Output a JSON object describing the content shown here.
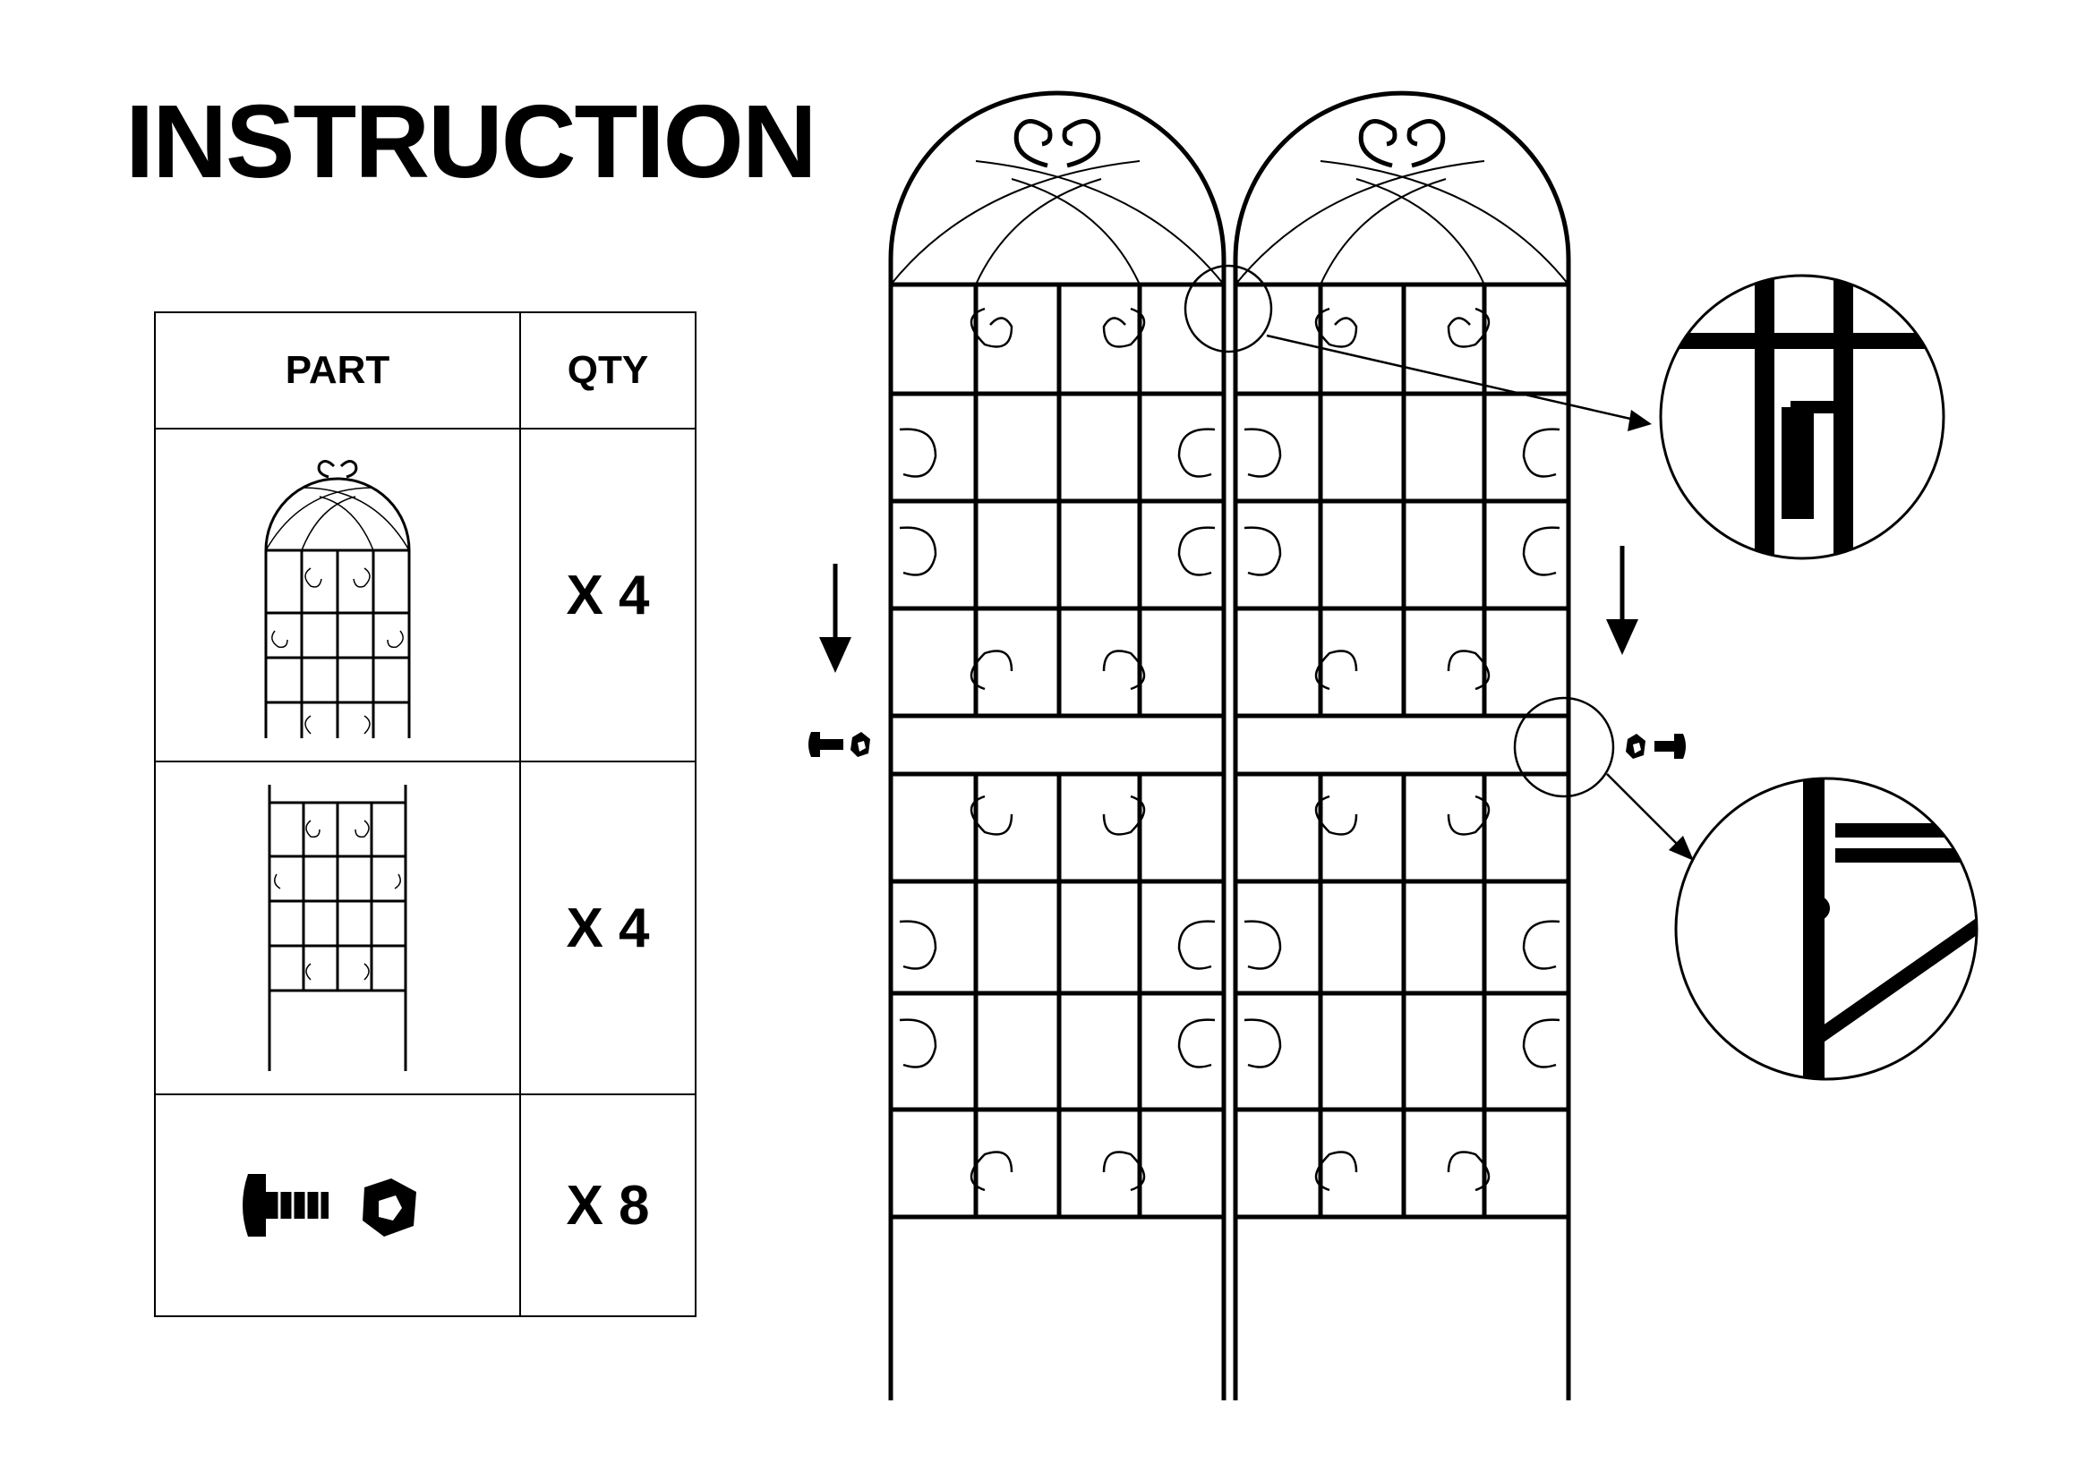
{
  "page": {
    "title": "INSTRUCTION"
  },
  "parts_table": {
    "header_part": "PART",
    "header_qty": "QTY",
    "rows": [
      {
        "part_icon": "arched-trellis-top-panel-icon",
        "qty": "X 4"
      },
      {
        "part_icon": "trellis-bottom-panel-with-stakes-icon",
        "qty": "X 4"
      },
      {
        "part_icon": "screw-and-nut-icon",
        "qty": "X 8"
      }
    ]
  },
  "diagram": {
    "icons": [
      "trellis-assembly-diagram",
      "connector-detail-top-icon",
      "connector-detail-middle-icon",
      "down-arrow-icon",
      "screw-and-nut-icon"
    ],
    "line_color": "#000000"
  }
}
